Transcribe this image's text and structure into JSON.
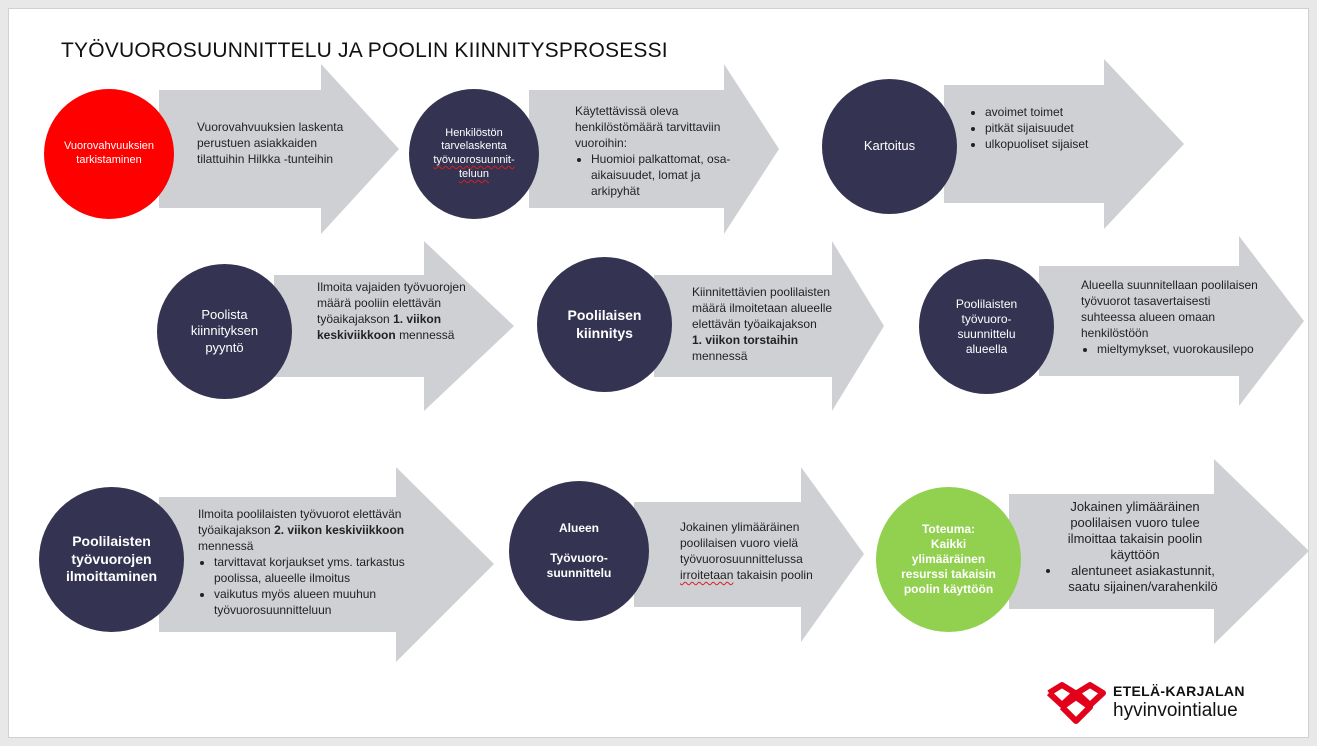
{
  "title": "TYÖVUOROSUUNNITTELU JA POOLIN KIINNITYSPROSESSI",
  "colors": {
    "arrow": "#cfd0d3",
    "circle_default": "#353352",
    "circle_start": "#ff0000",
    "circle_end": "#92d050"
  },
  "steps": [
    {
      "circle": "Vuorovahvuuksien\ntarkistaminen",
      "lines": [
        "Vuorovahvuuksien laskenta",
        "perustuen asiakkaiden",
        "tilattuihin Hilkka -tunteihin"
      ]
    },
    {
      "circle_lines": [
        "Henkilöstön",
        "tarvelaskenta",
        "työvuorosuunnit-",
        "teluun"
      ],
      "intro": "Käytettävissä oleva henkilöstömäärä tarvittaviin vuoroihin:",
      "bullets": [
        "Huomioi palkattomat, osa-aikaisuudet, lomat ja arkipyhät"
      ]
    },
    {
      "circle": "Kartoitus",
      "bullets": [
        "avoimet toimet",
        "pitkät sijaisuudet",
        "ulkopuoliset sijaiset"
      ]
    },
    {
      "circle": "Poolista\nkiinnityksen\npyyntö",
      "p1": "Ilmoita vajaiden työvuorojen määrä pooliin elettävän työaikajakson",
      "b1": "1. viikon keskiviikkoon",
      "p2": "mennessä"
    },
    {
      "circle": "Poolilaisen\nkiinnitys",
      "p1": "Kiinnitettävien poolilaisten määrä ilmoitetaan alueelle elettävän työaikajakson",
      "b1": "1. viikon torstaihin",
      "p2": "mennessä"
    },
    {
      "circle": "Poolilaisten\ntyövuoro-\nsuunnittelu\nalueella",
      "intro": "Alueella suunnitellaan poolilaisen työvuorot tasavertaisesti suhteessa alueen omaan henkilöstöön",
      "bullets": [
        "mieltymykset, vuorokausilepo"
      ]
    },
    {
      "circle": "Poolilaisten\ntyövuorojen\nilmoittaminen",
      "p1": "Ilmoita poolilaisten työvuorot elettävän työaikajakson",
      "b1": "2. viikon keskiviikkoon",
      "p2": "mennessä",
      "bullets": [
        "tarvittavat korjaukset yms. tarkastus poolissa, alueelle ilmoitus",
        "vaikutus myös alueen muuhun työvuorosuunnitteluun"
      ]
    },
    {
      "circle": "Alueen\n\nTyövuoro-\nsuunnittelu",
      "p1": "Jokainen ylimääräinen poolilaisen vuoro vielä työvuorosuunnittelussa",
      "p_squig": "irroitetaan",
      "p2": "takaisin poolin"
    },
    {
      "circle": "Toteuma:\nKaikki\nylimääräinen\nresurssi takaisin\npoolin käyttöön",
      "intro": "Jokainen ylimääräinen poolilaisen vuoro tulee ilmoittaa takaisin poolin käyttöön",
      "bullets": [
        "alentuneet asiakastunnit, saatu sijainen/varahenkilö"
      ]
    }
  ],
  "logo": {
    "name": "ETELÄ-KARJALAN",
    "sub": "hyvinvointialue",
    "color": "#e3001b"
  }
}
